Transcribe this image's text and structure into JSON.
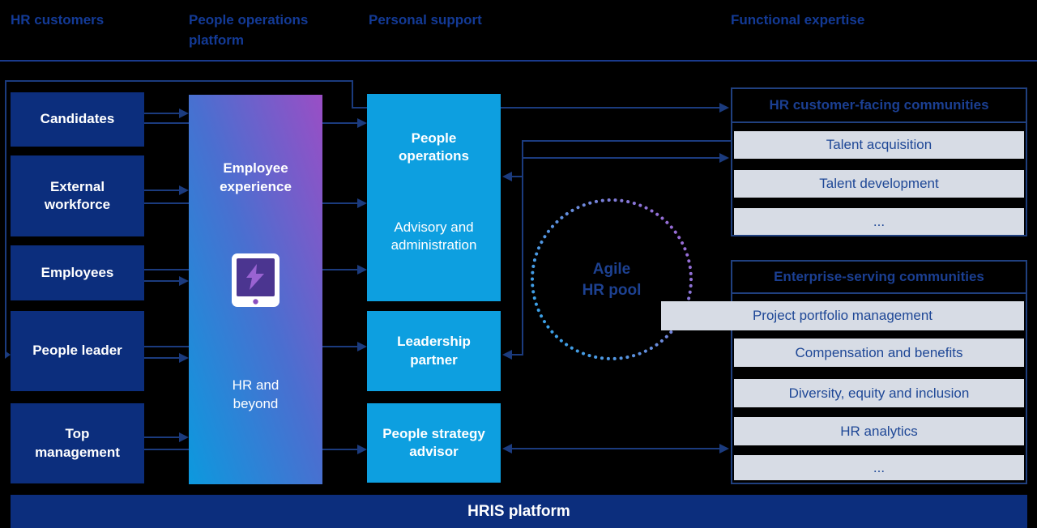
{
  "header": {
    "columns": [
      "HR customers",
      "People operations\nplatform",
      "Personal support",
      "Functional expertise"
    ]
  },
  "customers": {
    "items": [
      "Candidates",
      "External\nworkforce",
      "Employees",
      "People leader",
      "Top\nmanagement"
    ]
  },
  "platform": {
    "title": "Employee\nexperience",
    "subtitle": "HR and\nbeyond",
    "icon": "tablet-lightning-icon"
  },
  "support": {
    "boxes": [
      {
        "title": "People\noperations",
        "subtitle": "Advisory and\nadministration"
      },
      {
        "title": "Leadership\npartner"
      },
      {
        "title": "People strategy\nadvisor"
      }
    ]
  },
  "pool": {
    "label": "Agile\nHR pool"
  },
  "communities": [
    {
      "title": "HR customer-facing communities",
      "rows": [
        "Talent acquisition",
        "Talent development",
        "..."
      ]
    },
    {
      "title": "Enterprise-serving communities",
      "rows": [
        "Project portfolio management",
        "Compensation and benefits",
        "Diversity, equity and inclusion",
        "HR analytics",
        "..."
      ]
    }
  ],
  "footer": {
    "label": "HRIS platform"
  },
  "colors": {
    "background": "#000000",
    "navy_box": "#0c2e7d",
    "azure_box": "#0d9fe0",
    "gradient_start": "#0c99de",
    "gradient_end": "#9a4ec5",
    "row_gray": "#d7dce5",
    "line_navy": "#1b3b7e",
    "text_blue": "#133a96"
  }
}
